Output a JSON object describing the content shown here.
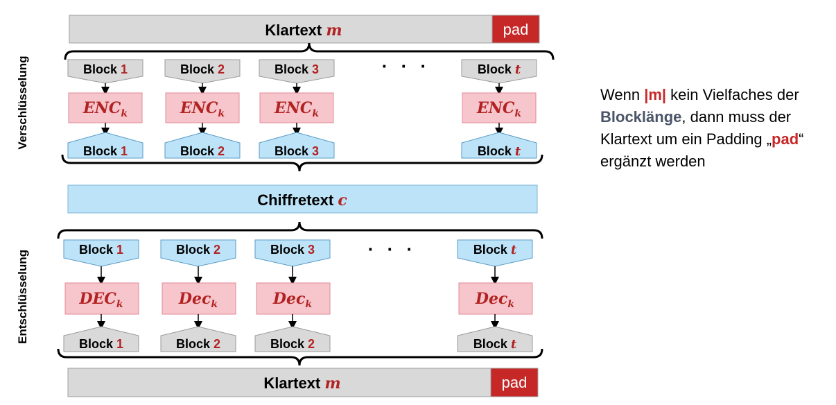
{
  "plaintext_top": {
    "label": "Klartext",
    "var": "m",
    "pad": "pad"
  },
  "side_labels": {
    "encrypt": "Verschlüsselung",
    "decrypt": "Entschlüsselung"
  },
  "enc_inputs": [
    {
      "word": "Block",
      "idx": "1"
    },
    {
      "word": "Block",
      "idx": "2"
    },
    {
      "word": "Block",
      "idx": "3"
    },
    {
      "word": "Block",
      "idx": "t"
    }
  ],
  "enc_op": {
    "name": "ENC",
    "sub": "k"
  },
  "enc_outputs": [
    {
      "word": "Block",
      "idx": "1"
    },
    {
      "word": "Block",
      "idx": "2"
    },
    {
      "word": "Block",
      "idx": "3"
    },
    {
      "word": "Block",
      "idx": "t"
    }
  ],
  "ellipsis": "· · ·",
  "ciphertext": {
    "label": "Chiffretext",
    "var": "c"
  },
  "dec_inputs": [
    {
      "word": "Block",
      "idx": "1"
    },
    {
      "word": "Block",
      "idx": "2"
    },
    {
      "word": "Block",
      "idx": "3"
    },
    {
      "word": "Block",
      "idx": "t"
    }
  ],
  "dec_ops": [
    {
      "name": "DEC",
      "sub": "k"
    },
    {
      "name": "Dec",
      "sub": "k"
    },
    {
      "name": "Dec",
      "sub": "k"
    },
    {
      "name": "Dec",
      "sub": "k"
    }
  ],
  "dec_outputs": [
    {
      "word": "Block",
      "idx": "1"
    },
    {
      "word": "Block",
      "idx": "2"
    },
    {
      "word": "Block",
      "idx": "2"
    },
    {
      "word": "Block",
      "idx": "t"
    }
  ],
  "plaintext_bottom": {
    "label": "Klartext",
    "var": "m",
    "pad": "pad"
  },
  "note": {
    "p1": "Wenn ",
    "m": "|m|",
    "p2": " kein Vielfaches der ",
    "block": "Blocklänge",
    "p3": ", dann muss der Klartext um ein Padding „",
    "pad": "pad",
    "p4": "“ ergänzt werden"
  },
  "colors": {
    "gray_fill": "#d9d9d9",
    "blue_fill": "#bde3f8",
    "pink_fill": "#f6c6cc",
    "pad_fill": "#c62828",
    "accent_red": "#b22222"
  }
}
